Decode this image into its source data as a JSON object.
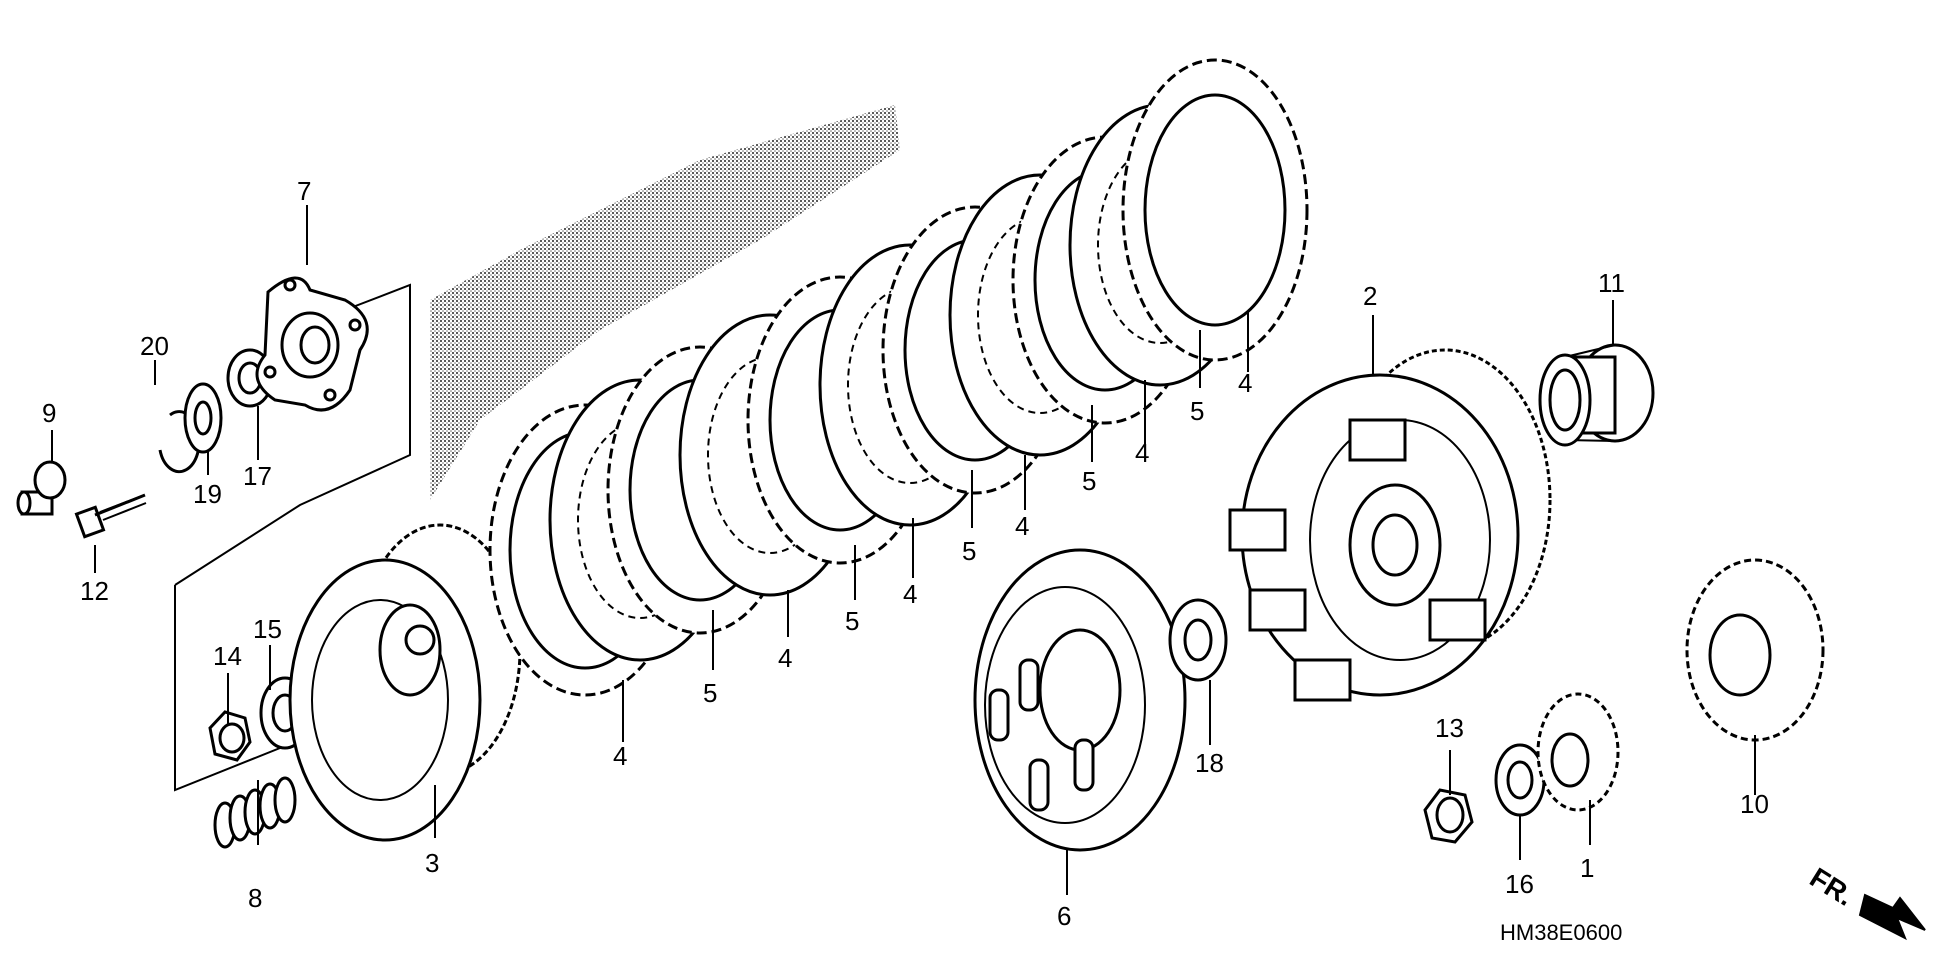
{
  "diagram": {
    "code": "HM38E0600",
    "direction_label": "FR.",
    "callouts": [
      "1",
      "2",
      "3",
      "4",
      "5",
      "6",
      "7",
      "8",
      "9",
      "10",
      "11",
      "12",
      "13",
      "14",
      "15",
      "16",
      "17",
      "18",
      "19",
      "20"
    ]
  }
}
